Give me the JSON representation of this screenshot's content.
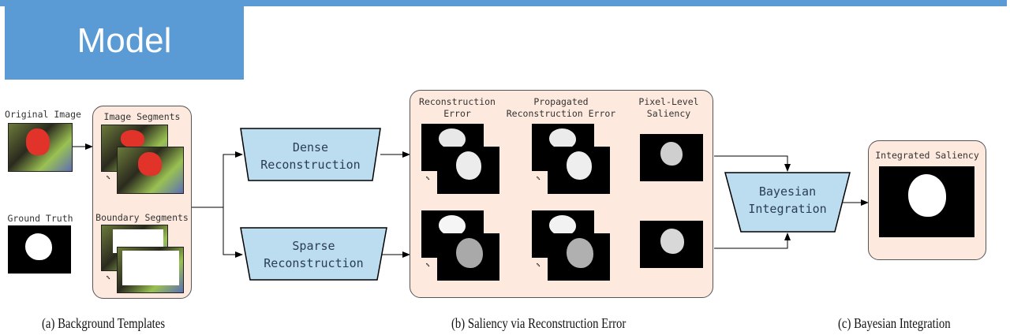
{
  "slide": {
    "title": "Model",
    "accent_color": "#5b9bd5",
    "panel_color": "#fde9de",
    "block_color": "#bcdcef"
  },
  "section_a": {
    "original_image_label": "Original Image",
    "ground_truth_label": "Ground Truth",
    "image_segments_label": "Image Segments",
    "boundary_segments_label": "Boundary Segments",
    "caption": "(a) Background Templates"
  },
  "reconstruction": {
    "dense_line1": "Dense",
    "dense_line2": "Reconstruction",
    "sparse_line1": "Sparse",
    "sparse_line2": "Reconstruction"
  },
  "section_b": {
    "col1_line1": "Reconstruction",
    "col1_line2": "Error",
    "col2_line1": "Propagated",
    "col2_line2": "Reconstruction Error",
    "col3_line1": "Pixel-Level",
    "col3_line2": "Saliency",
    "caption": "(b) Saliency via Reconstruction Error"
  },
  "section_c": {
    "bayes_line1": "Bayesian",
    "bayes_line2": "Integration",
    "integrated_label": "Integrated Saliency",
    "caption": "(c) Bayesian Integration"
  },
  "ellipsis": "..."
}
